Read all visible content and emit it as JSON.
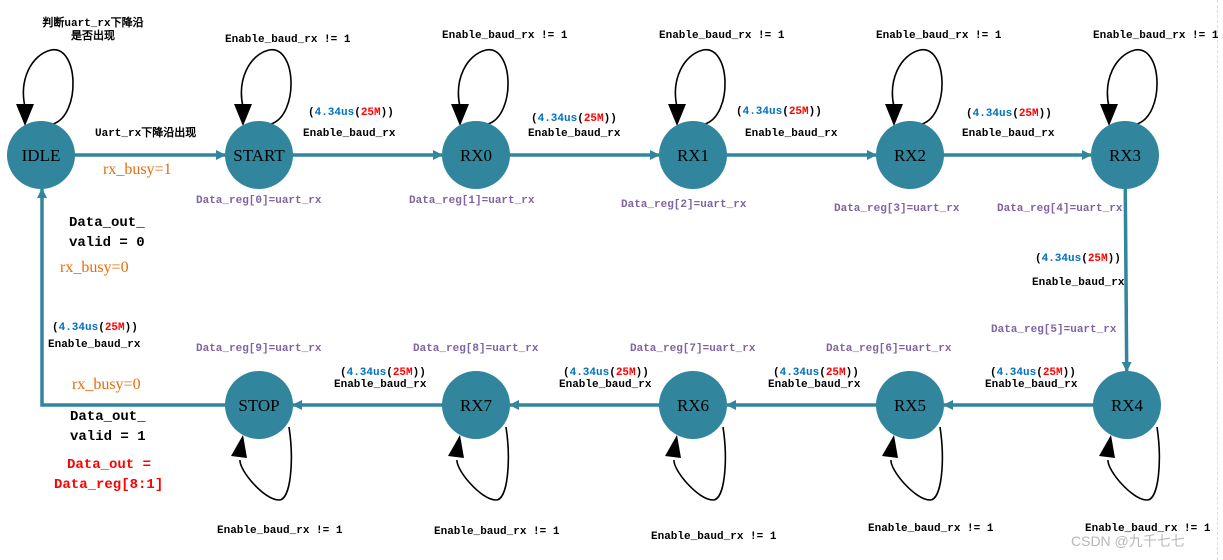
{
  "colors": {
    "node_fill": "#31859c",
    "edge": "#31859c",
    "loop": "#000000",
    "assign": "#8064a2",
    "busy": "#e46c0a",
    "time_blue": "#0070c0",
    "time_red": "#ff0000"
  },
  "nodes": [
    {
      "id": "IDLE",
      "label": "IDLE"
    },
    {
      "id": "START",
      "label": "START"
    },
    {
      "id": "RX0",
      "label": "RX0"
    },
    {
      "id": "RX1",
      "label": "RX1"
    },
    {
      "id": "RX2",
      "label": "RX2"
    },
    {
      "id": "RX3",
      "label": "RX3"
    },
    {
      "id": "RX4",
      "label": "RX4"
    },
    {
      "id": "RX5",
      "label": "RX5"
    },
    {
      "id": "RX6",
      "label": "RX6"
    },
    {
      "id": "RX7",
      "label": "RX7"
    },
    {
      "id": "STOP",
      "label": "STOP"
    }
  ],
  "idle_loop": {
    "line1": "判断uart_rx下降沿",
    "line2": "是否出现"
  },
  "self_loop_label": "Enable_baud_rx != 1",
  "transition": {
    "time_open": "(",
    "time_value": "4.34us",
    "time_paren_open": "(",
    "time_clock": "25M",
    "time_close": "))",
    "condition": "Enable_baud_rx"
  },
  "idle_to_start": {
    "condition": "Uart_rx下降沿出现",
    "action": "rx_busy=1"
  },
  "assignments": [
    "Data_reg[0]=uart_rx",
    "Data_reg[1]=uart_rx",
    "Data_reg[2]=uart_rx",
    "Data_reg[3]=uart_rx",
    "Data_reg[4]=uart_rx",
    "Data_reg[5]=uart_rx",
    "Data_reg[6]=uart_rx",
    "Data_reg[7]=uart_rx",
    "Data_reg[8]=uart_rx",
    "Data_reg[9]=uart_rx"
  ],
  "stop_to_idle": {
    "upper_valid_line1": "Data_out_",
    "upper_valid_line2": "valid = 0",
    "upper_busy": "rx_busy=0",
    "lower_busy": "rx_busy=0",
    "lower_valid_line1": "Data_out_",
    "lower_valid_line2": "valid = 1",
    "data_out_line1": "Data_out =",
    "data_out_line2": "Data_reg[8:1]"
  },
  "watermark": "CSDN @九千七七"
}
